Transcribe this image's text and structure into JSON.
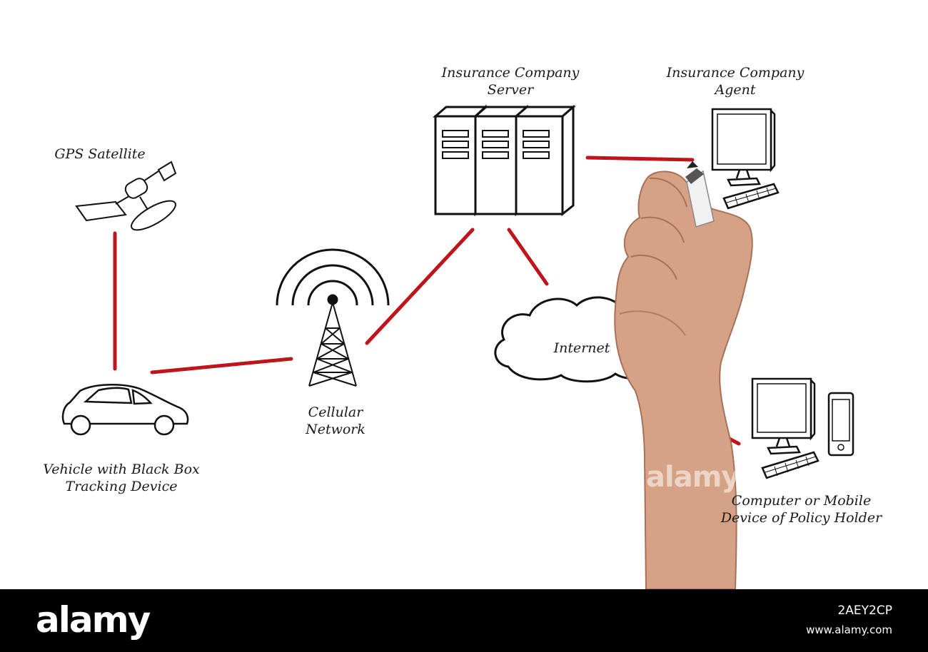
{
  "diagram": {
    "nodes": {
      "gps_satellite": {
        "label": "GPS Satellite",
        "icon": "satellite-icon"
      },
      "vehicle": {
        "label_line1": "Vehicle with Black Box",
        "label_line2": "Tracking Device",
        "icon": "car-icon"
      },
      "cellular_network": {
        "label_line1": "Cellular",
        "label_line2": "Network",
        "icon": "cell-tower-icon"
      },
      "server": {
        "label_line1": "Insurance Company",
        "label_line2": "Server",
        "icon": "server-rack-icon"
      },
      "agent": {
        "label_line1": "Insurance Company",
        "label_line2": "Agent",
        "icon": "desktop-computer-icon"
      },
      "internet": {
        "label": "Internet",
        "icon": "cloud-icon"
      },
      "policy_holder": {
        "label_line1": "Computer or Mobile",
        "label_line2": "Device of Policy Holder",
        "icon": "computer-and-phone-icon"
      }
    },
    "edges": [
      {
        "from": "gps_satellite",
        "to": "vehicle"
      },
      {
        "from": "vehicle",
        "to": "cellular_network"
      },
      {
        "from": "cellular_network",
        "to": "server"
      },
      {
        "from": "server",
        "to": "agent"
      },
      {
        "from": "server",
        "to": "internet"
      },
      {
        "from": "internet",
        "to": "policy_holder"
      }
    ],
    "edge_color": "#c0141c",
    "icon_color": "#111111"
  },
  "watermark": {
    "text": "alamy"
  },
  "footer": {
    "logo": "alamy",
    "image_id": "2AEY2CP",
    "url": "www.alamy.com"
  }
}
